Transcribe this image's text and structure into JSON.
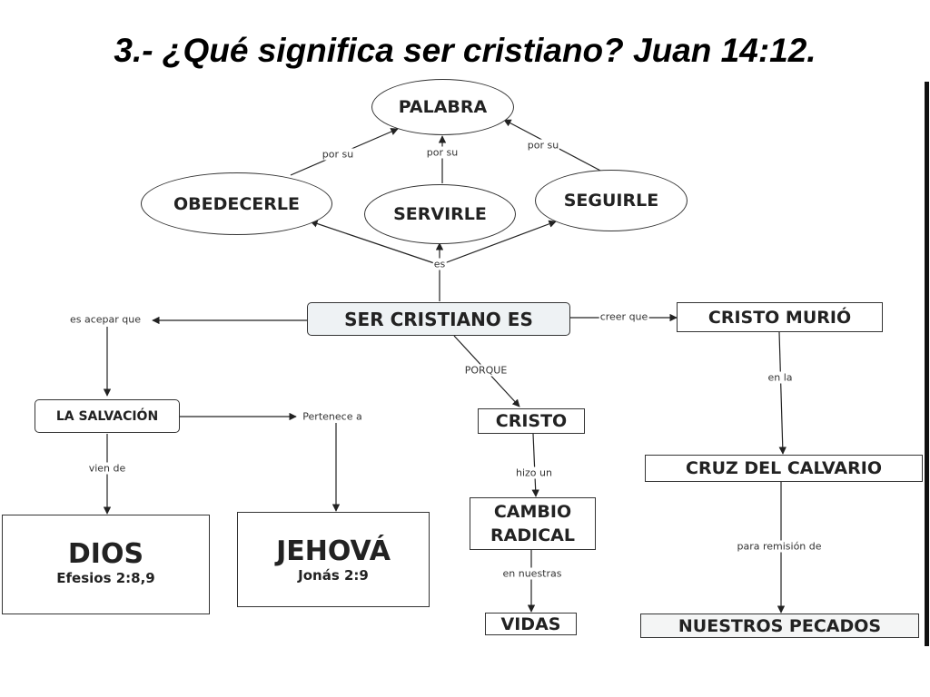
{
  "title": "3.- ¿Qué significa ser cristiano? Juan 14:12.",
  "nodes": {
    "palabra": "PALABRA",
    "obedecerle": "OBEDECERLE",
    "servirle": "SERVIRLE",
    "seguirle": "SEGUIRLE",
    "ser_cristiano": "SER CRISTIANO ES",
    "cristo_murio": "CRISTO MURIÓ",
    "la_salvacion": "LA SALVACIÓN",
    "cristo": "CRISTO",
    "cambio_radical_1": "CAMBIO",
    "cambio_radical_2": "RADICAL",
    "vidas": "VIDAS",
    "cruz_del_calvario": "CRUZ DEL CALVARIO",
    "nuestros_pecados": "NUESTROS PECADOS",
    "dios": "DIOS",
    "dios_ref": "Efesios 2:8,9",
    "jehova": "JEHOVÁ",
    "jehova_ref": "Jonás 2:9"
  },
  "links": {
    "por_su_left": "por su",
    "por_su_center": "por su",
    "por_su_right": "por su",
    "es": "es",
    "es_acepar_que": "es acepar  que",
    "creer_que": "creer que",
    "porque": "PORQUE",
    "pertenece_a": "Pertenece a",
    "vien_de": "vien de",
    "hizo_un": "hizo un",
    "en_nuestras": "en nuestras",
    "en_la": "en la",
    "para_remision_de": "para remisión de"
  }
}
